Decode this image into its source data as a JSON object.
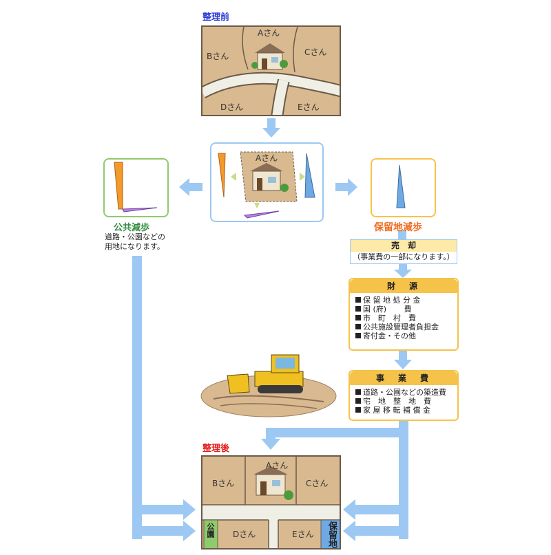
{
  "before": {
    "title": "整理前",
    "plots": [
      "Aさん",
      "Bさん",
      "Cさん",
      "Dさん",
      "Eさん"
    ]
  },
  "middle": {
    "plot": "Aさん"
  },
  "public_reduction": {
    "title": "公共減歩",
    "note_line1": "道路・公園などの",
    "note_line2": "用地になります。"
  },
  "reserve_reduction": {
    "title": "保留地減歩"
  },
  "sale": {
    "title": "売　却",
    "note": "（事業費の一部になります。）"
  },
  "funding": {
    "title": "財　源",
    "items": [
      "保 留 地 処 分 金",
      "国 (府)　　 費",
      "市　町　村　費",
      "公共施設管理者負担金",
      "寄付金・その他"
    ]
  },
  "cost": {
    "title": "事　業　費",
    "items": [
      "道路・公園などの築造費",
      "宅　地　整　地　費",
      "家 屋 移 転 補 償 金"
    ]
  },
  "after": {
    "title": "整理後",
    "plots": [
      "Aさん",
      "Bさん",
      "Cさん",
      "Dさん",
      "Eさん"
    ],
    "park": "公園",
    "reserve": "保留地"
  },
  "colors": {
    "arrow": "#9cc8f3",
    "orange": "#f39a2a",
    "blue": "#6ea9e3",
    "purple": "#b785e0",
    "gold": "#f6c34a",
    "green": "#8fca6d"
  }
}
